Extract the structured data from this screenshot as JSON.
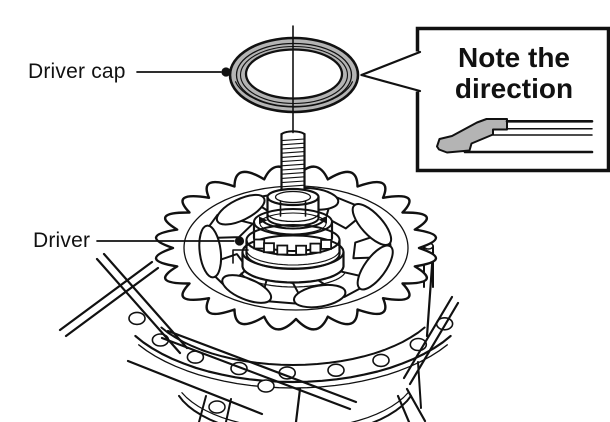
{
  "labels": {
    "driver_cap": "Driver cap",
    "driver": "Driver"
  },
  "callout": {
    "line1": "Note the",
    "line2": "direction"
  },
  "colors": {
    "ink": "#111111",
    "gray": "#b4b4b4",
    "background": "#ffffff"
  }
}
